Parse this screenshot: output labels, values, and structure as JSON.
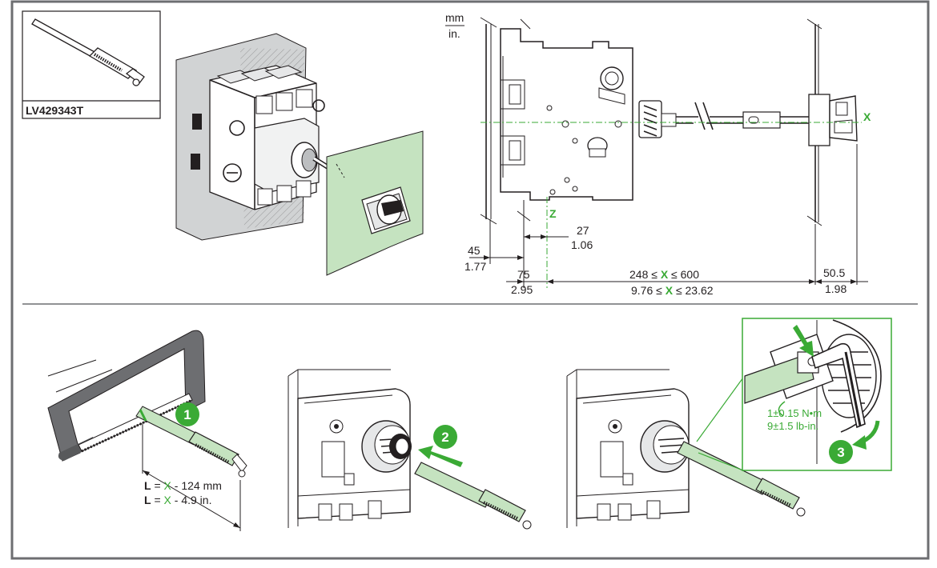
{
  "product_label": "LV429343T",
  "units": {
    "top": "mm",
    "bottom": "in."
  },
  "axis_labels": {
    "x": "X",
    "z": "Z"
  },
  "dimensions": {
    "d27": {
      "mm": "27",
      "in": "1.06"
    },
    "d45": {
      "mm": "45",
      "in": "1.77"
    },
    "d75": {
      "mm": "75",
      "in": "2.95"
    },
    "range_mm": {
      "pre": "248 ≤ ",
      "var": "X",
      "post": " ≤ 600"
    },
    "range_in": {
      "pre": "9.76 ≤ ",
      "var": "X",
      "post": " ≤ 23.62"
    },
    "d50": {
      "mm": "50.5",
      "in": "1.98"
    }
  },
  "cut_length": {
    "line1": {
      "var": "L",
      "eq": " = ",
      "x": "X",
      "rest": " - 124 mm"
    },
    "line2": {
      "var": "L",
      "eq": " = ",
      "x": "X",
      "rest": " - 4.9 in."
    }
  },
  "torque": {
    "line1": "1±0.15 N•m",
    "line2": "9±1.5 lb-in."
  },
  "steps": [
    "1",
    "2",
    "3"
  ],
  "colors": {
    "accent_green": "#3aaa35",
    "panel_green": "#c5e3c0",
    "frame": "#6d6e71"
  }
}
